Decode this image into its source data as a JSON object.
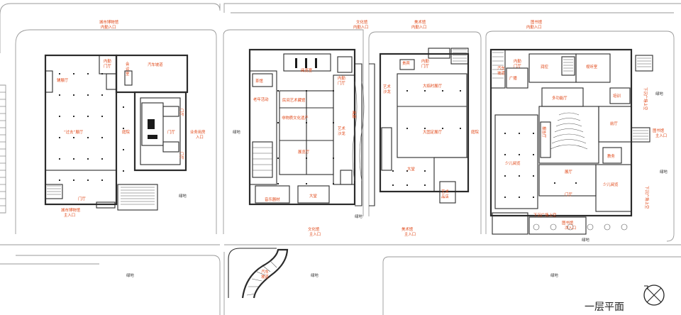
{
  "title": "一层平面",
  "colors": {
    "label": "#e04616",
    "wall": "#2b2b2b",
    "road": "#9a9a9a"
  },
  "icons": {
    "north_arrow": "north-arrow-icon"
  },
  "labels": {
    "museum_staff_entry": [
      "城市博物馆",
      "内勤入口"
    ],
    "museum_main_entry": [
      "城市博物馆",
      "主入口"
    ],
    "exhibit_hall_aux": "辅展厅",
    "guoqu_hall": "“过去”展厅",
    "lobby_west": "门厅",
    "staff_hall_w": [
      "内勤",
      "门厅"
    ],
    "conference": [
      "会",
      "议",
      "室"
    ],
    "car_ramp_w": "汽车坡道",
    "courtyard_w": "庭院",
    "lobby_w_east": "门厅",
    "lobby_w_a": "门厅",
    "lobby_w_b": "门厅",
    "business_entry": [
      "业务用房",
      "入口"
    ],
    "green_w1": "绿地",
    "green_w2": "绿地",
    "culture_staff_entry": [
      "文化馆",
      "内勤入口"
    ],
    "culture_main_entry": [
      "文化馆",
      "主入口"
    ],
    "teahouse": "茶馆",
    "reading_room": "阅览室",
    "elderly": "老年活动",
    "folk_collection": "民间艺术藏馆",
    "heritage": "非物质文化遗产",
    "exhibition": "展览厅",
    "music_equip": "音乐器材",
    "lobby_culture": "大堂",
    "staff_hall_c": [
      "内勤",
      "门厅"
    ],
    "art_corridor_c": [
      "艺术",
      "沙龙"
    ],
    "gallery_c": "画廊",
    "art_staff_entry": [
      "美术馆",
      "内勤入口"
    ],
    "art_main_entry": [
      "美术馆",
      "主入口"
    ],
    "guest_room": "贵宾",
    "staff_hall_a": [
      "内勤",
      "门厅"
    ],
    "art_salon": [
      "艺术",
      "沙龙"
    ],
    "temp_exhibit": "大临时展厅",
    "perm_exhibit": "大固定展厅",
    "lobby_art": "大堂",
    "art_shop": [
      "艺术",
      "品店"
    ],
    "courtyard_a": "庭院",
    "green_a": "绿地",
    "library_staff_entry": [
      "图书馆",
      "内勤入口"
    ],
    "library_main_entry": [
      "图书馆",
      "主入口"
    ],
    "library_sub_entry": [
      "图书馆",
      "次入口"
    ],
    "car_ramp_l": [
      "汽车",
      "坡道"
    ],
    "staff_hall_l": [
      "内勤",
      "门厅"
    ],
    "radio": "广播",
    "control": "润控",
    "av_room": "视听室",
    "multi_hall": "多功能厅",
    "training": "培训",
    "sunken_void_1": [
      "下沉广场上空"
    ],
    "sunken_void_2": [
      "下沉广场上空"
    ],
    "sunken_void_3": "下沉广场上空",
    "report_hall": "报告厅",
    "foyer": "前厅",
    "children_read": "少儿阅览",
    "exhibit_l": "展厅",
    "lobby_l": "门厅",
    "education": "教务",
    "children_read_2": "少儿阅览",
    "green_l1": "绿地",
    "green_l2": "绿地",
    "car_ramp_s": [
      "汽车",
      "坡道"
    ],
    "green_s1": "绿地",
    "green_s2": "绿地",
    "green_s3": "绿地",
    "green_s4": "绿地"
  }
}
